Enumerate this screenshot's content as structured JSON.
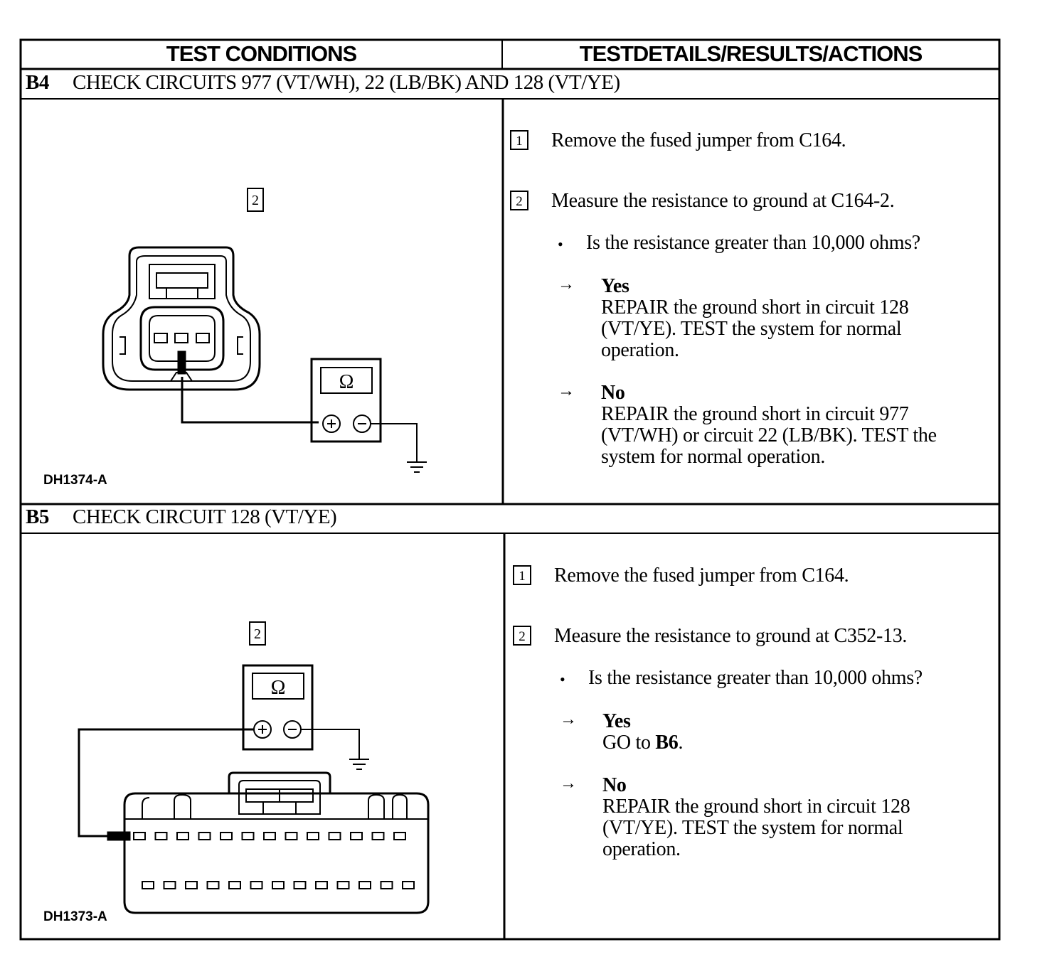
{
  "header": {
    "col1": "TEST CONDITIONS",
    "col2": "TESTDETAILS/RESULTS/ACTIONS"
  },
  "b4": {
    "id": "B4",
    "title": "CHECK CIRCUITS 977 (VT/WH), 22 (LB/BK) AND 128 (VT/YE)",
    "diagram": {
      "step_ref": "2",
      "meter_symbol": "Ω",
      "figure_id": "DH1374-A"
    },
    "steps": [
      {
        "num": "1",
        "text": "Remove the fused jumper from C164."
      },
      {
        "num": "2",
        "text": "Measure the resistance to ground at C164-2."
      }
    ],
    "question": "Is the resistance greater than 10,000 ohms?",
    "yes": {
      "label": "Yes",
      "lines": [
        "REPAIR the ground short in circuit 128",
        "(VT/YE). TEST the system for normal",
        "operation."
      ]
    },
    "no": {
      "label": "No",
      "lines": [
        "REPAIR the ground short in circuit 977",
        "(VT/WH) or circuit 22 (LB/BK). TEST the",
        "system for normal operation."
      ]
    }
  },
  "b5": {
    "id": "B5",
    "title": "CHECK CIRCUIT 128 (VT/YE)",
    "diagram": {
      "step_ref": "2",
      "meter_symbol": "Ω",
      "figure_id": "DH1373-A"
    },
    "steps": [
      {
        "num": "1",
        "text": "Remove the fused jumper from C164."
      },
      {
        "num": "2",
        "text": "Measure the resistance to ground at C352-13."
      }
    ],
    "question": "Is the resistance greater than 10,000 ohms?",
    "yes": {
      "label": "Yes",
      "text_prefix": "GO to ",
      "text_bold": "B6",
      "text_suffix": "."
    },
    "no": {
      "label": "No",
      "lines": [
        "REPAIR the ground short in circuit 128",
        "(VT/YE). TEST the system for normal",
        "operation."
      ]
    }
  }
}
